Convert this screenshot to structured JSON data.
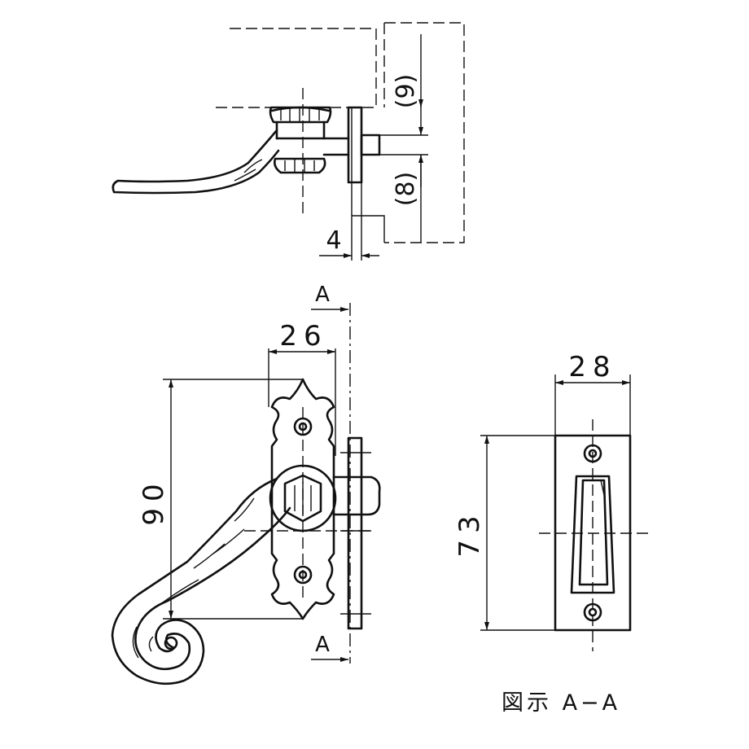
{
  "side_view": {
    "dim_upper": "(9)",
    "dim_lower": "(8)",
    "dim_thickness": "4"
  },
  "front_view": {
    "dim_width": "26",
    "dim_height": "90",
    "section_mark_top": "A",
    "section_mark_bottom": "A"
  },
  "section_view": {
    "dim_width": "28",
    "dim_height": "73",
    "caption": "図示 A−A"
  }
}
